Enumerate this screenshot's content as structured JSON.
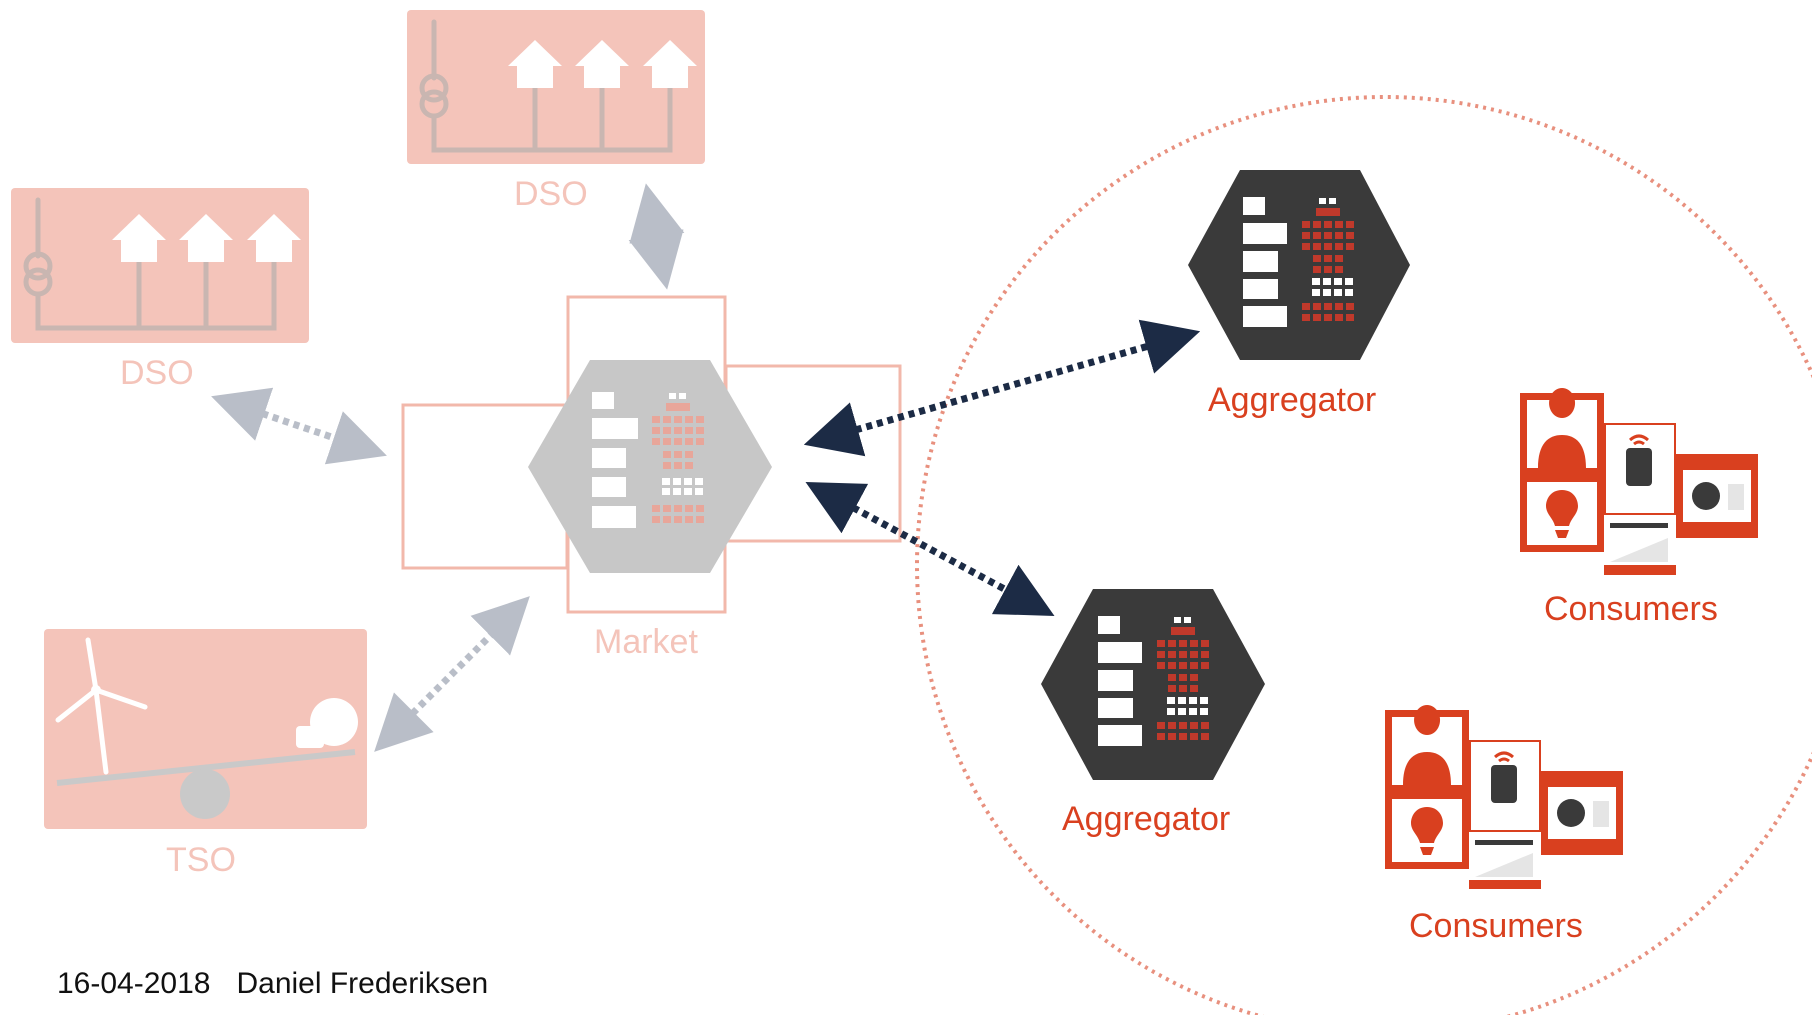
{
  "diagram": {
    "labels": {
      "dso_top": "DSO",
      "dso_left": "DSO",
      "tso": "TSO",
      "market": "Market",
      "aggregator_1": "Aggregator",
      "aggregator_2": "Aggregator",
      "consumers_1": "Consumers",
      "consumers_2": "Consumers"
    },
    "colors": {
      "faded_fill": "#f4c4ba",
      "faded_stroke": "#f2b8ab",
      "accent": "#d9401f",
      "dark_hex": "#3a3a3a",
      "market_hex": "#c7c7c7",
      "arrow_dark": "#1c2b45",
      "arrow_gray": "#b9bec8",
      "circle_dots": "#e8907e"
    }
  },
  "footer": {
    "date": "16-04-2018",
    "author": "Daniel Frederiksen"
  }
}
